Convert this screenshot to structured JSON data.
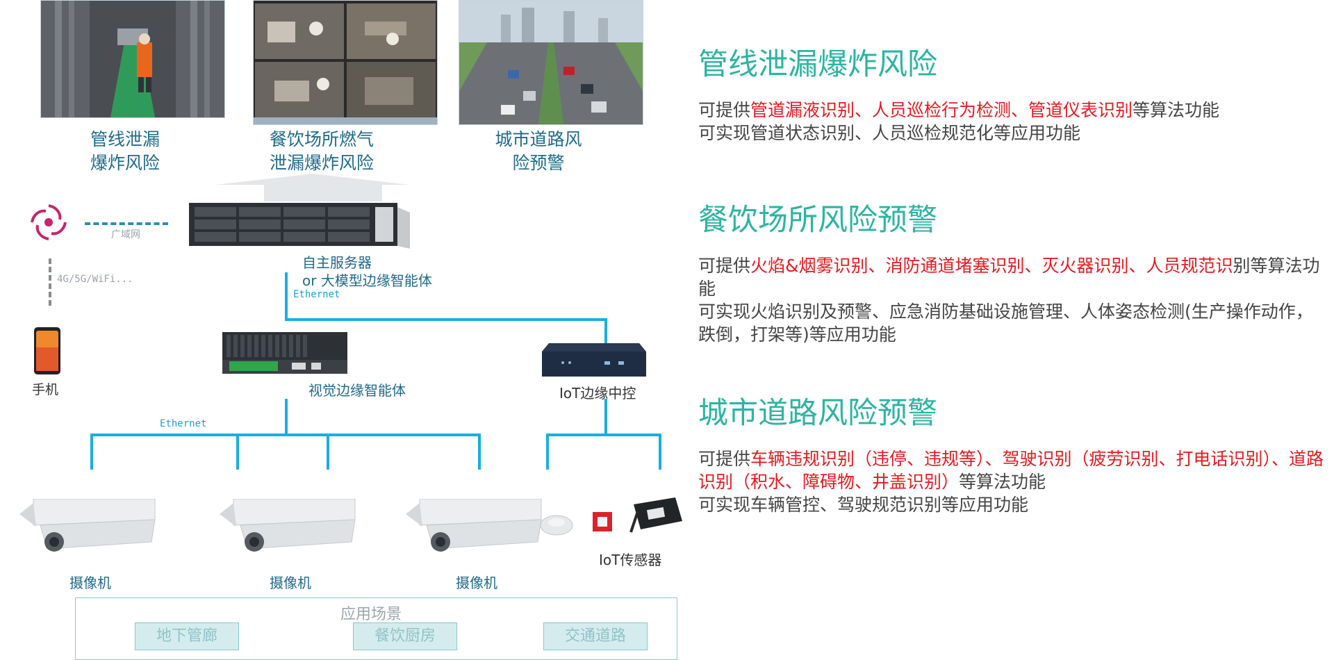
{
  "captions": {
    "pipeline": [
      "管线泄漏",
      "爆炸风险"
    ],
    "restaurant": [
      "餐饮场所燃气",
      "泄漏爆炸风险"
    ],
    "road": [
      "城市道路风",
      "险预警"
    ]
  },
  "network": {
    "wan_label": "广域网",
    "wireless_label": "4G/5G/WiFi...",
    "ethernet_label": "Ethernet"
  },
  "devices": {
    "server_line1": "自主服务器",
    "server_line2": "or 大模型边缘智能体",
    "phone": "手机",
    "vision_edge": "视觉边缘智能体",
    "iot_controller": "IoT边缘中控",
    "camera": "摄像机",
    "iot_sensor": "IoT传感器"
  },
  "scenes": {
    "title": "应用场景",
    "items": [
      "地下管廊",
      "餐饮厨房",
      "交通道路"
    ]
  },
  "sections": [
    {
      "title": "管线泄漏爆炸风险",
      "lines": [
        [
          {
            "t": "可提供",
            "hl": false
          },
          {
            "t": "管道漏液识别、人员巡检行为检测、管道仪表识别",
            "hl": true
          },
          {
            "t": "等算法功能",
            "hl": false
          }
        ],
        [
          {
            "t": "可实现管道状态识别、人员巡检规范化等应用功能",
            "hl": false
          }
        ]
      ]
    },
    {
      "title": "餐饮场所风险预警",
      "lines": [
        [
          {
            "t": "可提供",
            "hl": false
          },
          {
            "t": "火焰&烟雾识别、消防通道堵塞识别、灭火器识别、人员规范识",
            "hl": true
          },
          {
            "t": "别等算法功能",
            "hl": false
          }
        ],
        [
          {
            "t": "可实现火焰识别及预警、应急消防基础设施管理、人体姿态检测(生产操作动作，跌倒，打架等)等应用功能",
            "hl": false
          }
        ]
      ]
    },
    {
      "title": "城市道路风险预警",
      "lines": [
        [
          {
            "t": "可提供",
            "hl": false
          },
          {
            "t": "车辆违规识别（违停、违规等）、驾驶识别（疲劳识别、打电话识别）、道路识别（积水、障碍物、井盖识别）",
            "hl": true
          },
          {
            "t": "等算法功能",
            "hl": false
          }
        ],
        [
          {
            "t": "可实现车辆管控、驾驶规范识别等应用功能",
            "hl": false
          }
        ]
      ]
    }
  ],
  "colors": {
    "accent_title": "#2bb5a2",
    "highlight": "#e8191e",
    "line": "#19aee1",
    "caption": "#1f6a8a"
  }
}
